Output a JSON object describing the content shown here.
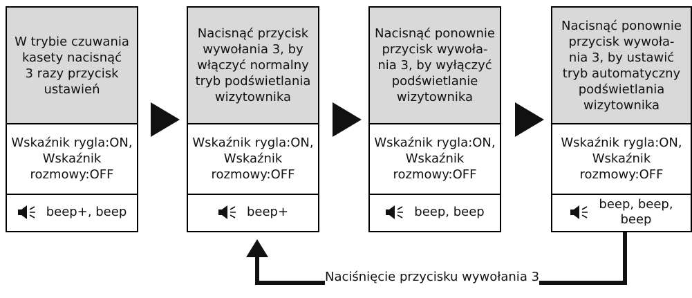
{
  "steps": [
    {
      "instruction": "W trybie czuwania\nkasety nacisnąć\n3 razy przycisk\nustawień",
      "indicators": "Wskaźnik rygla:ON,\nWskaźnik\nrozmowy:OFF",
      "beep": "beep+, beep"
    },
    {
      "instruction": "Nacisnąć przycisk\nwywołania 3, by\nwłączyć normalny\ntryb podświetlania\nwizytownika",
      "indicators": "Wskaźnik rygla:ON,\nWskaźnik\nrozmowy:OFF",
      "beep": "beep+"
    },
    {
      "instruction": "Nacisnąć ponownie\nprzycisk wywoła-\nnia 3, by wyłączyć\npodświetlanie\nwizytownika",
      "indicators": "Wskaźnik rygla:ON,\nWskaźnik\nrozmowy:OFF",
      "beep": "beep, beep"
    },
    {
      "instruction": "Nacisnąć ponownie\nprzycisk wywoła-\nnia 3, by ustawić\ntryb automatyczny\npodświetlania\nwizytownika",
      "indicators": "Wskaźnik rygla:ON,\nWskaźnik\nrozmowy:OFF",
      "beep": "beep, beep,\nbeep"
    }
  ],
  "loop_label": "Naciśnięcie przycisku wywołania 3",
  "icons": {
    "sound": "speaker-sound-icon",
    "flow_arrow": "right-triangle-arrow-icon",
    "loop_arrow": "up-arrow-icon"
  },
  "colors": {
    "instruction_fill": "#d9d9d9",
    "line": "#111111"
  }
}
